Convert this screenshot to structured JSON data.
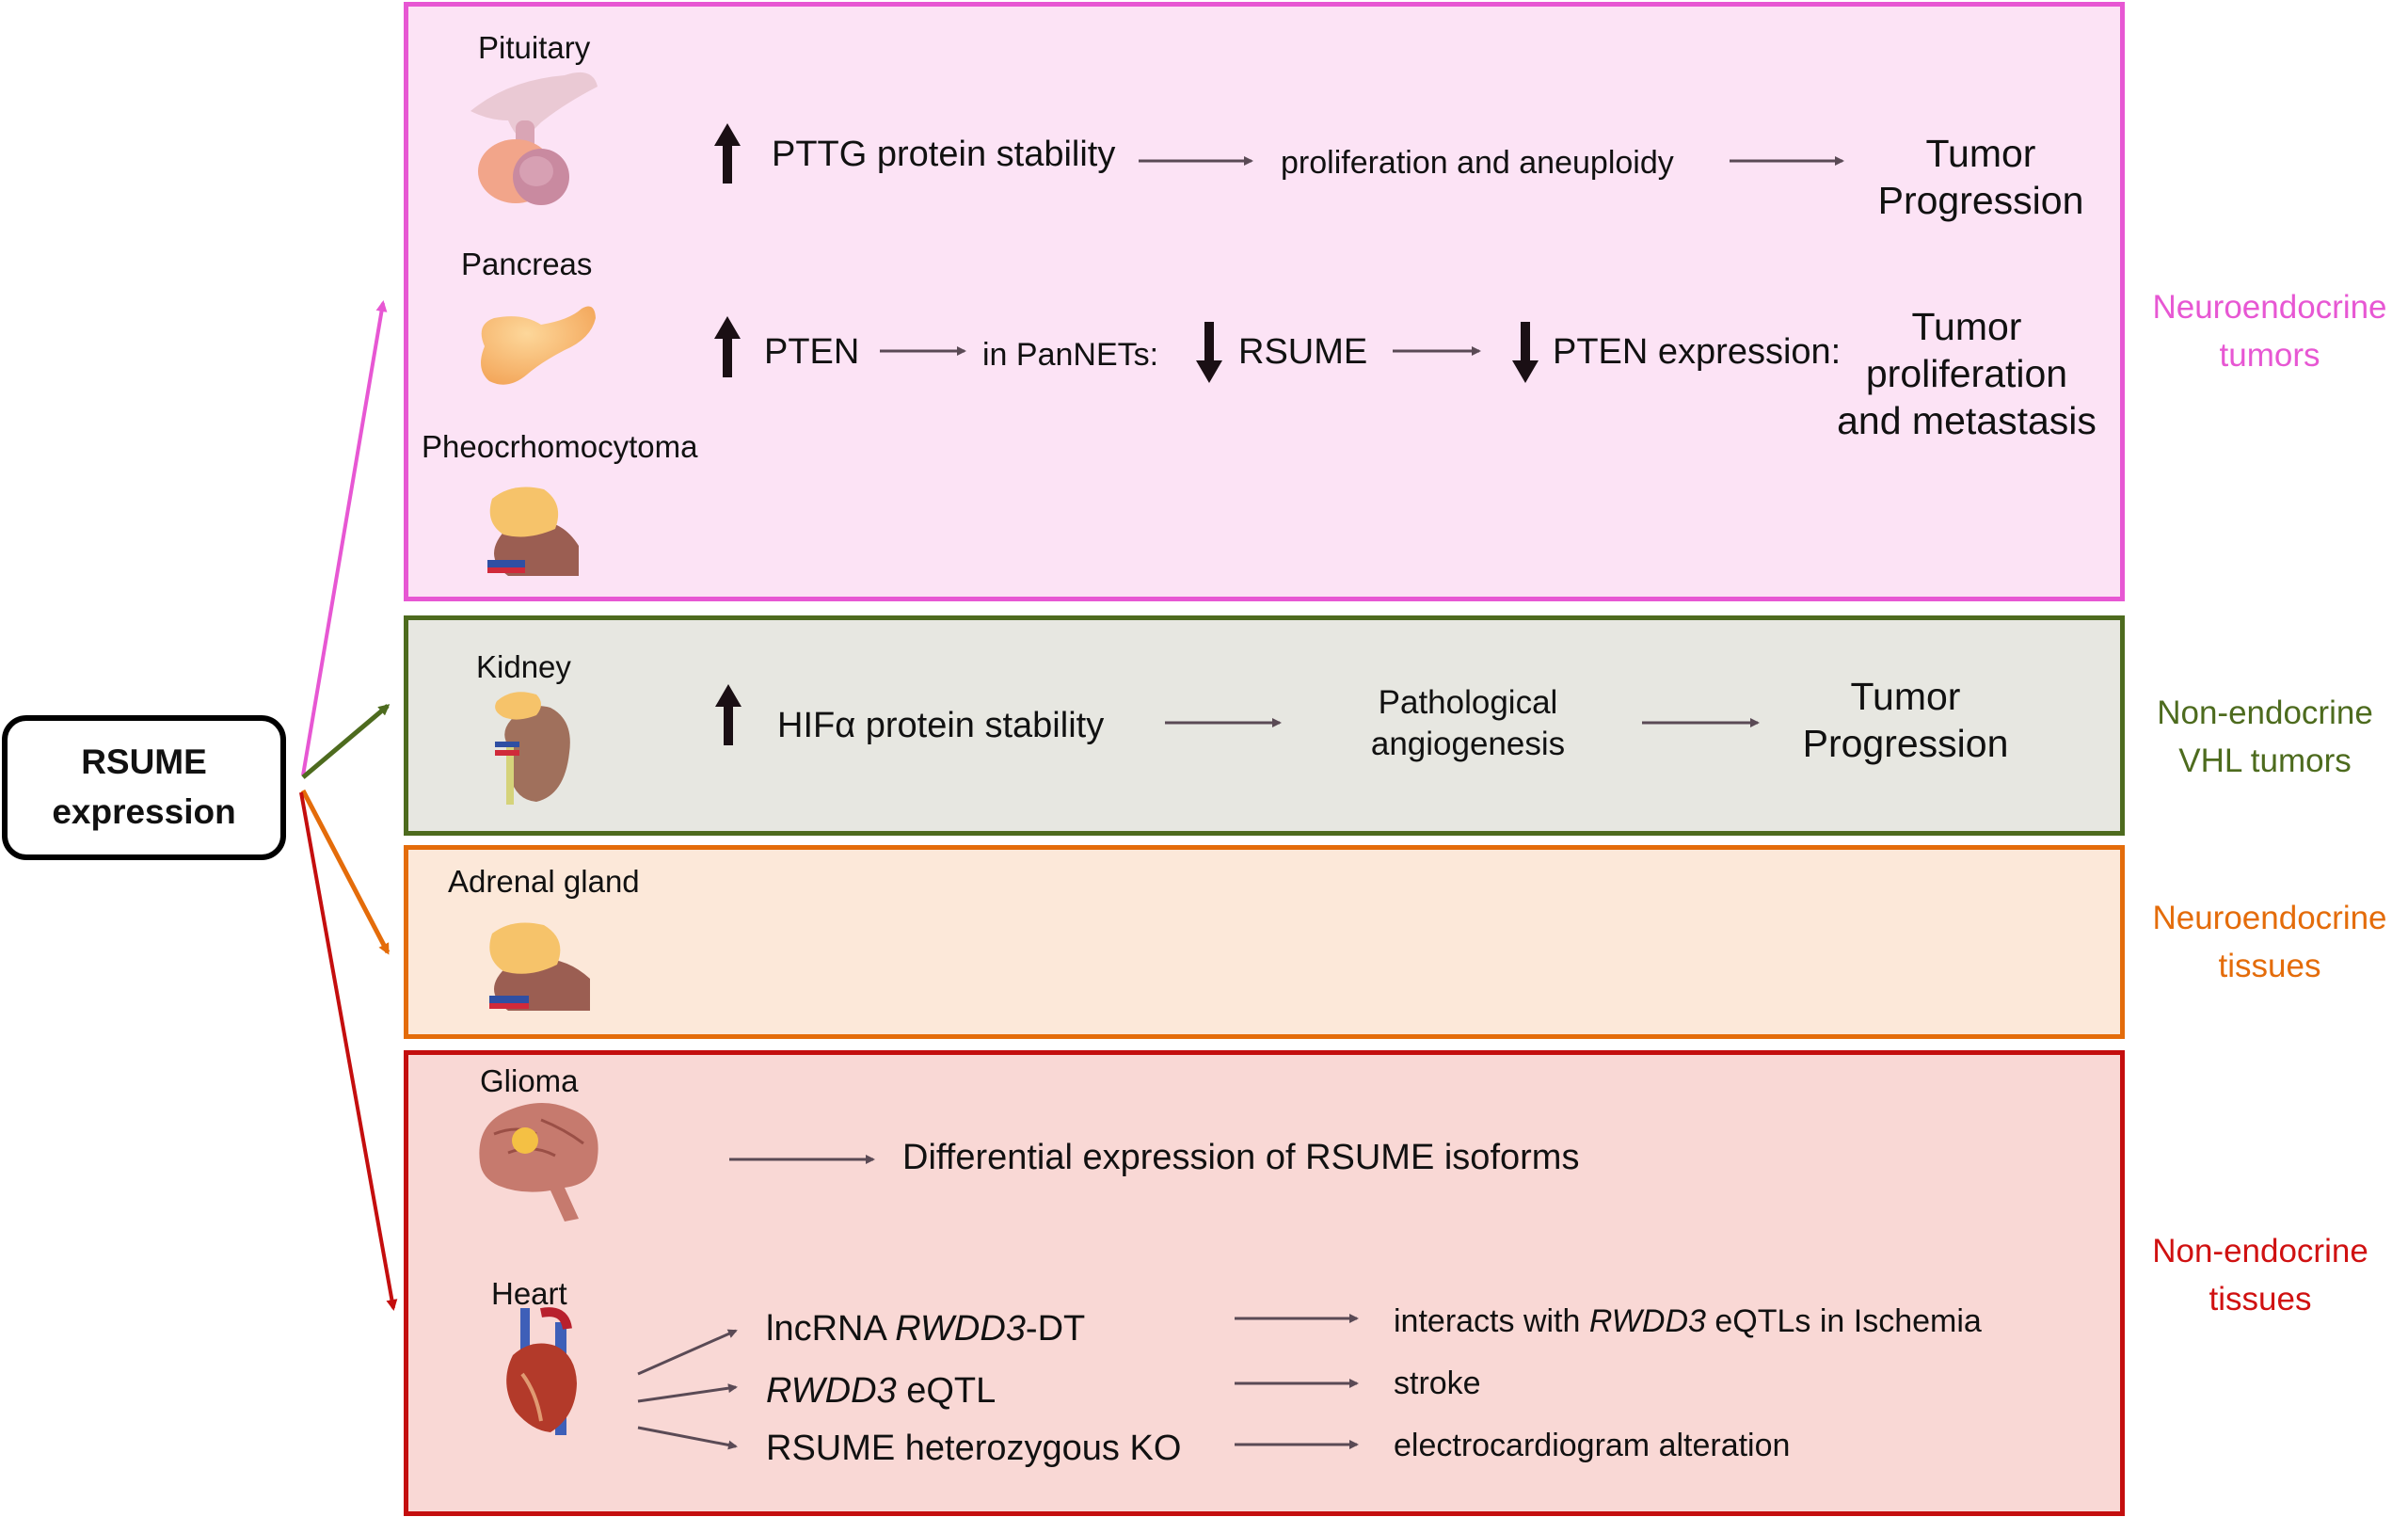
{
  "root": {
    "line1": "RSUME",
    "line2": "expression"
  },
  "colors": {
    "neuroendocrine_tumors": "#e757d3",
    "vhl_tumors": "#4d6b1e",
    "neuroendocrine_tissues": "#e46c0a",
    "nonendocrine_tissues": "#d01111"
  },
  "panels": {
    "neuroendocrine_tumors": {
      "category": [
        "Neuroendocrine",
        "tumors"
      ],
      "pituitary": {
        "organ": "Pituitary",
        "icon": "pituitary-icon",
        "arrow_up": "up-arrow-icon",
        "text1": "PTTG protein stability",
        "text2": "proliferation and aneuploidy",
        "result": [
          "Tumor",
          "Progression"
        ]
      },
      "pancreas": {
        "organ": "Pancreas",
        "icon": "pancreas-icon",
        "text1": "PTEN",
        "text2": "in PanNETs:",
        "text3": "RSUME",
        "text4": "PTEN expression:",
        "result": [
          "Tumor",
          "proliferation",
          "and metastasis"
        ]
      },
      "pheo": {
        "organ": "Pheocrhomocytoma",
        "icon": "adrenal-gland-icon"
      }
    },
    "vhl_tumors": {
      "category": [
        "Non-endocrine",
        "VHL tumors"
      ],
      "organ": "Kidney",
      "icon": "kidney-icon",
      "text1": "HIFα protein stability",
      "text2": [
        "Pathological",
        "angiogenesis"
      ],
      "result": [
        "Tumor",
        "Progression"
      ]
    },
    "neuroendocrine_tissues": {
      "category": [
        "Neuroendocrine",
        "tissues"
      ],
      "organ": "Adrenal gland",
      "icon": "adrenal-gland-icon"
    },
    "nonendocrine_tissues": {
      "category": [
        "Non-endocrine",
        "tissues"
      ],
      "glioma": {
        "organ": "Glioma",
        "icon": "brain-icon",
        "text": "Differential expression of RSUME isoforms"
      },
      "heart": {
        "organ": "Heart",
        "icon": "heart-icon",
        "items": [
          {
            "pre": "lncRNA ",
            "italic": "RWDD3",
            "post": "-DT",
            "res_pre": "interacts with ",
            "res_italic": "RWDD3",
            "res_post": " eQTLs in Ischemia"
          },
          {
            "pre": "",
            "italic": "RWDD3",
            "post": " eQTL",
            "res_pre": "stroke",
            "res_italic": "",
            "res_post": ""
          },
          {
            "pre": "RSUME heterozygous KO",
            "italic": "",
            "post": "",
            "res_pre": "electrocardiogram alteration",
            "res_italic": "",
            "res_post": ""
          }
        ]
      }
    }
  }
}
